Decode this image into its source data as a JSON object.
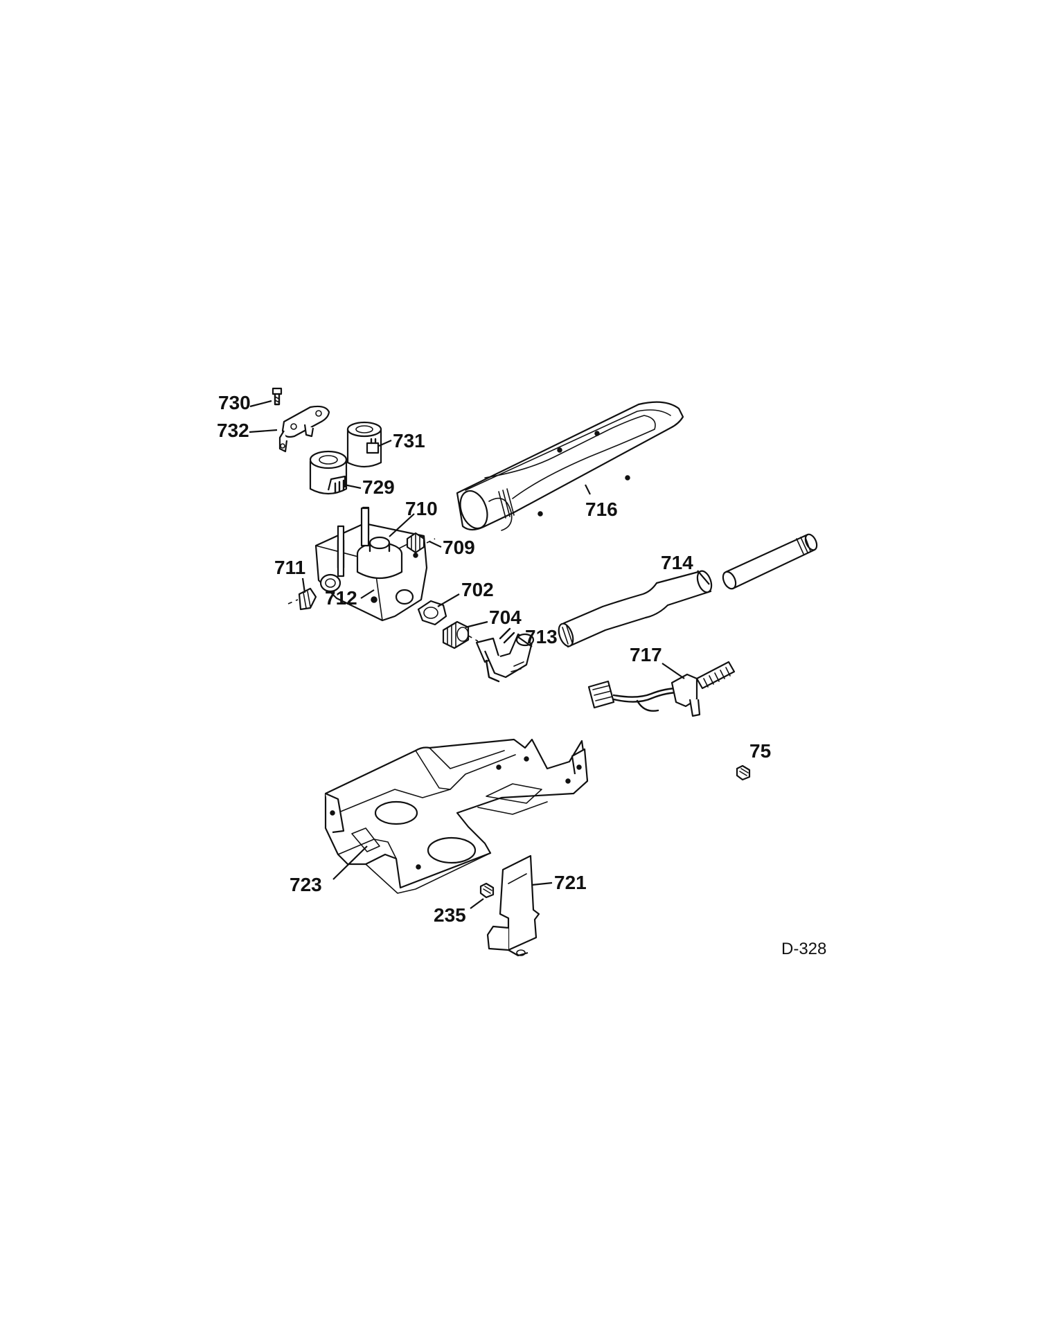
{
  "diagram_code": "D-328",
  "parts": [
    {
      "id": "p730",
      "number": "730"
    },
    {
      "id": "p732",
      "number": "732"
    },
    {
      "id": "p731",
      "number": "731"
    },
    {
      "id": "p729",
      "number": "729"
    },
    {
      "id": "p716",
      "number": "716"
    },
    {
      "id": "p710",
      "number": "710"
    },
    {
      "id": "p709",
      "number": "709"
    },
    {
      "id": "p711",
      "number": "711"
    },
    {
      "id": "p712",
      "number": "712"
    },
    {
      "id": "p702",
      "number": "702"
    },
    {
      "id": "p704",
      "number": "704"
    },
    {
      "id": "p713",
      "number": "713"
    },
    {
      "id": "p714",
      "number": "714"
    },
    {
      "id": "p717",
      "number": "717"
    },
    {
      "id": "p75",
      "number": "75"
    },
    {
      "id": "p723",
      "number": "723"
    },
    {
      "id": "p721",
      "number": "721"
    },
    {
      "id": "p235",
      "number": "235"
    }
  ]
}
